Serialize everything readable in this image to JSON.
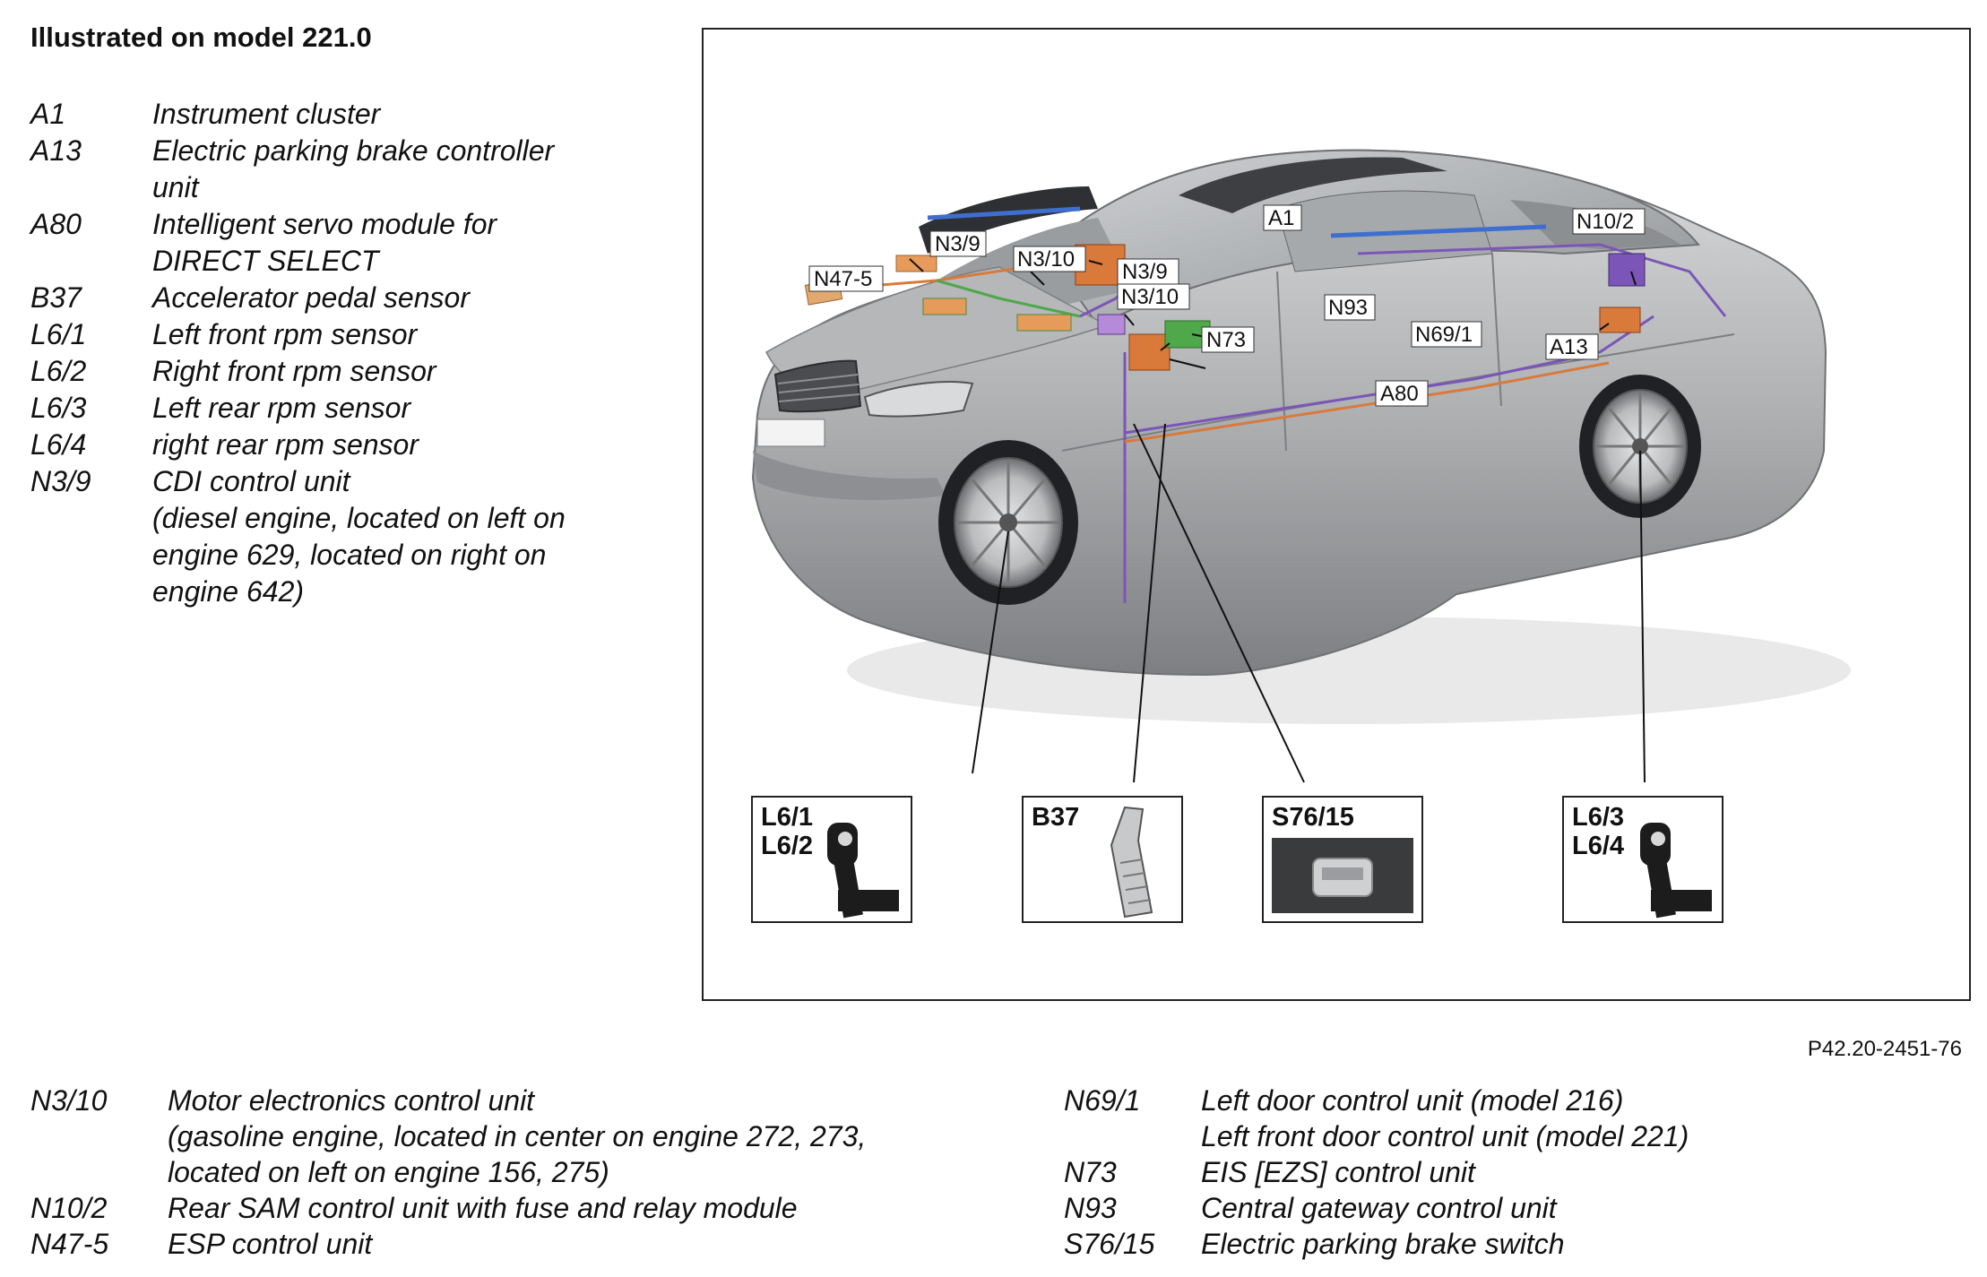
{
  "title": "Illustrated on model 221.0",
  "legend_top": [
    {
      "code": "A1",
      "lines": [
        "Instrument cluster"
      ]
    },
    {
      "code": "A13",
      "lines": [
        "Electric parking brake controller",
        "unit"
      ]
    },
    {
      "code": "A80",
      "lines": [
        "Intelligent servo module for",
        "DIRECT SELECT"
      ]
    },
    {
      "code": "B37",
      "lines": [
        "Accelerator pedal sensor"
      ]
    },
    {
      "code": "L6/1",
      "lines": [
        "Left front rpm sensor"
      ]
    },
    {
      "code": "L6/2",
      "lines": [
        "Right front rpm sensor"
      ]
    },
    {
      "code": "L6/3",
      "lines": [
        "Left rear rpm sensor"
      ]
    },
    {
      "code": "L6/4",
      "lines": [
        "right rear rpm sensor"
      ]
    },
    {
      "code": "N3/9",
      "lines": [
        "CDI control unit",
        "(diesel engine, located on left on",
        "engine 629, located on right on",
        "engine 642)"
      ]
    }
  ],
  "legend_bottom_left": [
    {
      "code": "N3/10",
      "lines": [
        "Motor electronics control unit",
        "(gasoline engine, located in center on engine 272, 273,",
        "located on left on engine 156, 275)"
      ]
    },
    {
      "code": "N10/2",
      "lines": [
        "Rear SAM control unit with fuse and relay module"
      ]
    },
    {
      "code": "N47-5",
      "lines": [
        "ESP control unit"
      ]
    }
  ],
  "legend_bottom_right": [
    {
      "code": "N69/1",
      "lines": [
        "Left door control unit (model 216)",
        "Left front door control unit (model 221)"
      ]
    },
    {
      "code": "N73",
      "lines": [
        "EIS [EZS] control unit"
      ]
    },
    {
      "code": "N93",
      "lines": [
        "Central gateway control unit"
      ]
    },
    {
      "code": "S76/15",
      "lines": [
        "Electric parking brake switch"
      ]
    }
  ],
  "figure": {
    "callouts": {
      "n3_9_a": "N3/9",
      "n3_10_a": "N3/10",
      "n47_5": "N47-5",
      "n3_9_b": "N3/9",
      "n3_10_b": "N3/10",
      "a1": "A1",
      "n93": "N93",
      "n73": "N73",
      "n69_1": "N69/1",
      "a80": "A80",
      "n10_2": "N10/2",
      "a13": "A13"
    },
    "insets": [
      {
        "lines": [
          "L6/1",
          "L6/2"
        ]
      },
      {
        "lines": [
          "B37"
        ]
      },
      {
        "lines": [
          "S76/15"
        ]
      },
      {
        "lines": [
          "L6/3",
          "L6/4"
        ]
      }
    ],
    "colors": {
      "body": "#a9abad",
      "dark": "#4a4c4f",
      "orange": "#d97a3a",
      "green": "#4fa84a",
      "purple": "#7b56b8",
      "blue": "#3e6fd0"
    }
  },
  "reference": "P42.20-2451-76"
}
